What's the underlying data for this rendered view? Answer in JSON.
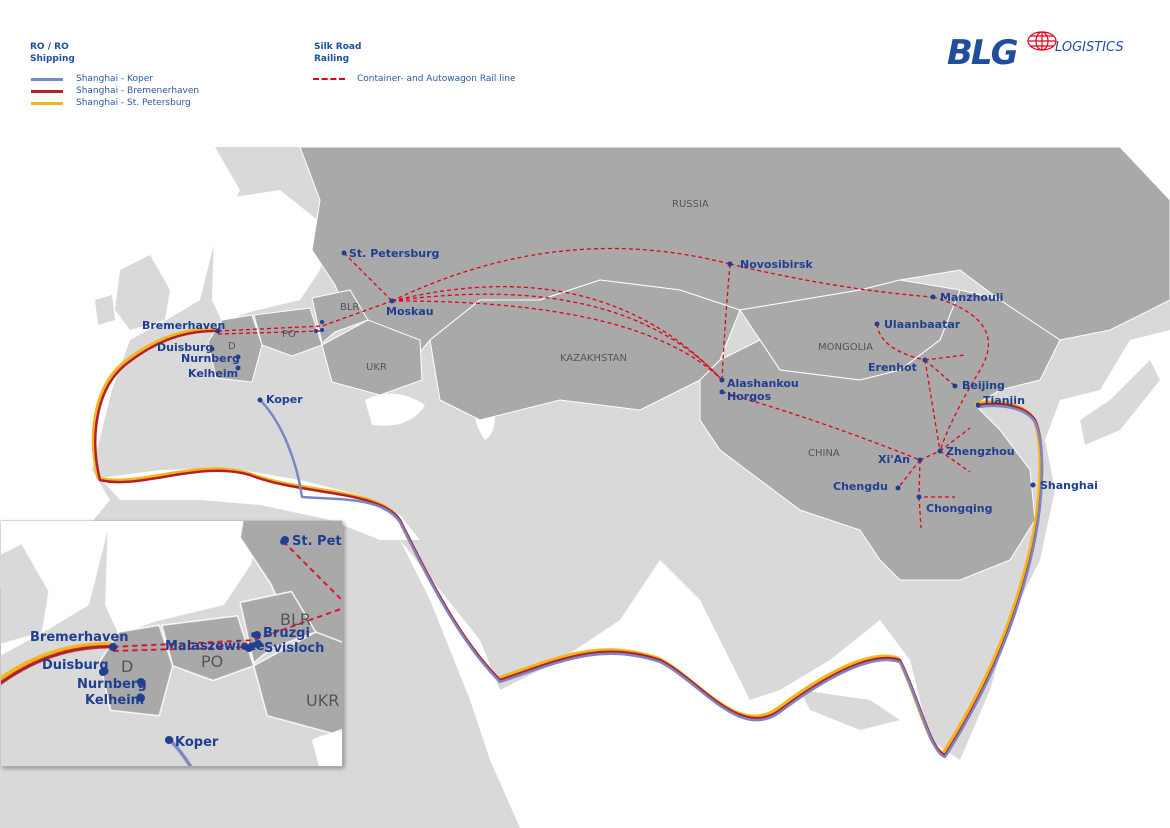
{
  "legend": {
    "roro": {
      "title_1": "RO / RO",
      "title_2": "Shipping",
      "items": [
        {
          "label": "Shanghai - Koper",
          "color": "#7b86c6"
        },
        {
          "label": "Shanghai - Bremenerhaven",
          "color": "#b3202a"
        },
        {
          "label": "Shanghai - St. Petersburg",
          "color": "#f5b41b"
        }
      ]
    },
    "rail": {
      "title_1": "Silk Road",
      "title_2": "Railing",
      "items": [
        {
          "label": "Container- and Autowagon Rail line",
          "color": "#e2001a",
          "style": "dashed"
        }
      ]
    }
  },
  "logo": {
    "brand": "BLG",
    "text": "LOGISTICS",
    "color": "#1f4f9c",
    "globe_color": "#e2001a"
  },
  "countries": {
    "russia": "RUSSIA",
    "kazakhstan": "KAZAKHSTAN",
    "mongolia": "MONGOLIA",
    "china": "CHINA",
    "d": "D",
    "po": "PO",
    "blr": "BLR",
    "ukr": "UKR"
  },
  "cities": {
    "st_petersburg": "St. Petersburg",
    "moskau": "Moskau",
    "bremerhaven": "Bremerhaven",
    "duisburg": "Duisburg",
    "nurnberg": "Nurnberg",
    "kelheim": "Kelheim",
    "koper": "Koper",
    "novosibirsk": "Novosibirsk",
    "manzhouli": "Manzhouli",
    "ulaanbaatar": "Ulaanbaatar",
    "erenhot": "Erenhot",
    "beijing": "Beijing",
    "tianjin": "Tianjin",
    "alashankou": "Alashankou",
    "horgos": "Horgos",
    "xian": "Xi'An",
    "zhengzhou": "Zhengzhou",
    "chengdu": "Chengdu",
    "chongqing": "Chongqing",
    "shanghai": "Shanghai"
  },
  "inset": {
    "cities": {
      "bremerhaven": "Bremerhaven",
      "duisburg": "Duisburg",
      "nurnberg": "Nurnberg",
      "kelheim": "Kelheim",
      "koper": "Koper",
      "malaszewicze": "Malaszewicze",
      "bruzgi": "Bruzgi",
      "svisloch": "Svisloch",
      "st_petersburg": "St. Petersburg"
    },
    "countries": {
      "d": "D",
      "po": "PO",
      "blr": "BLR",
      "ukr": "UKR"
    }
  },
  "colors": {
    "land": "#d9d9d9",
    "highlight_land": "#a9a9a9",
    "water": "#ffffff",
    "label": "#1f3f91"
  }
}
